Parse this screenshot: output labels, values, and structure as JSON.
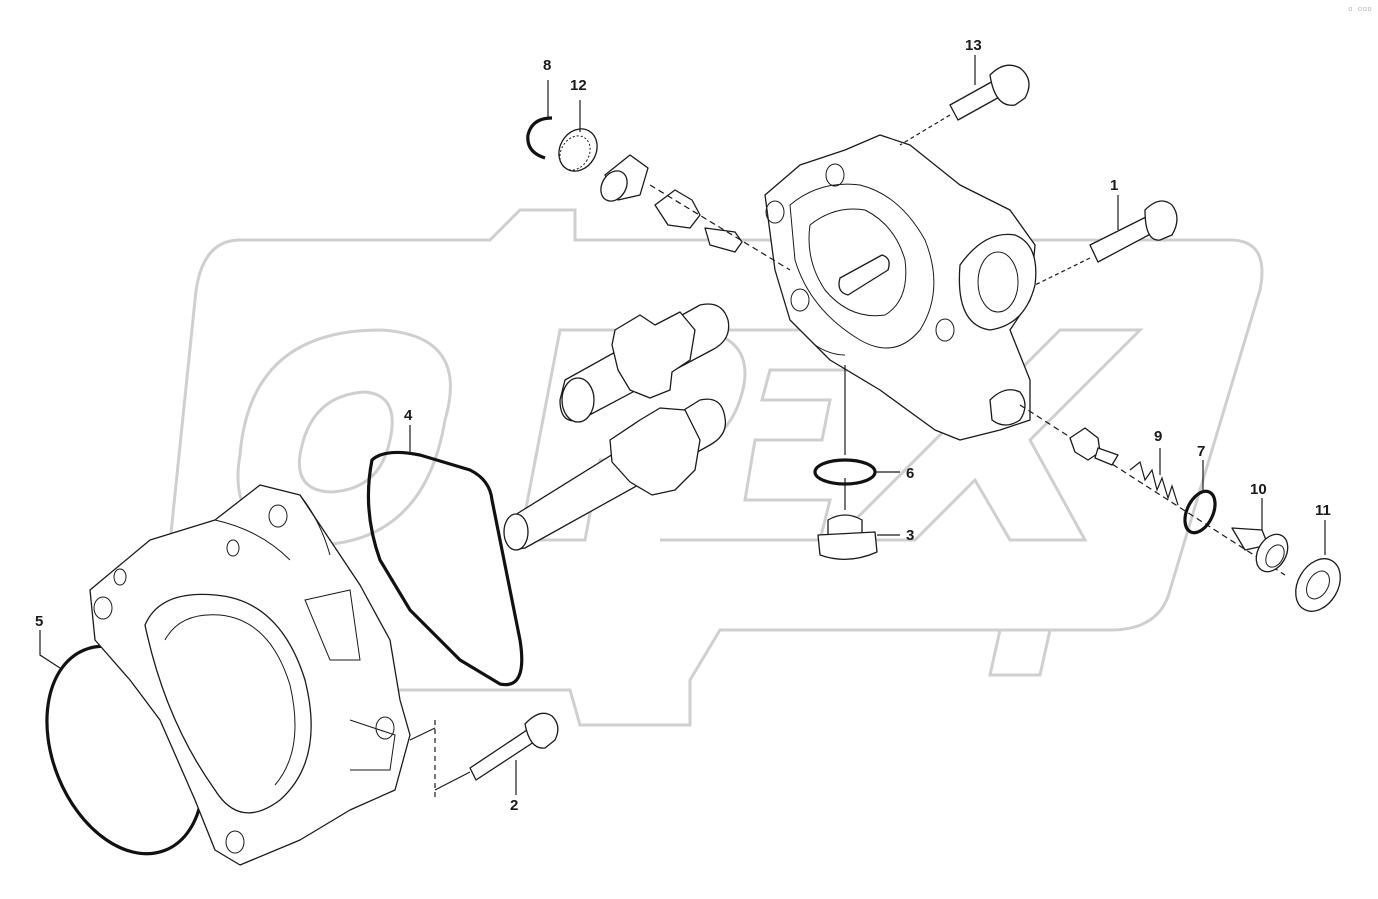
{
  "diagram": {
    "callouts": [
      {
        "id": "c1",
        "text": "1"
      },
      {
        "id": "c2",
        "text": "2"
      },
      {
        "id": "c3",
        "text": "3"
      },
      {
        "id": "c4",
        "text": "4"
      },
      {
        "id": "c5",
        "text": "5"
      },
      {
        "id": "c6",
        "text": "6"
      },
      {
        "id": "c7",
        "text": "7"
      },
      {
        "id": "c8",
        "text": "8"
      },
      {
        "id": "c9",
        "text": "9"
      },
      {
        "id": "c10",
        "text": "10"
      },
      {
        "id": "c11",
        "text": "11"
      },
      {
        "id": "c12",
        "text": "12"
      },
      {
        "id": "c13",
        "text": "13"
      }
    ],
    "watermark": "OPEX",
    "corner_mark": "▫︎ ▫▫▫",
    "colors": {
      "ink": "#1a1a1a",
      "watermark": "#cfcfcf",
      "background": "#ffffff"
    }
  }
}
